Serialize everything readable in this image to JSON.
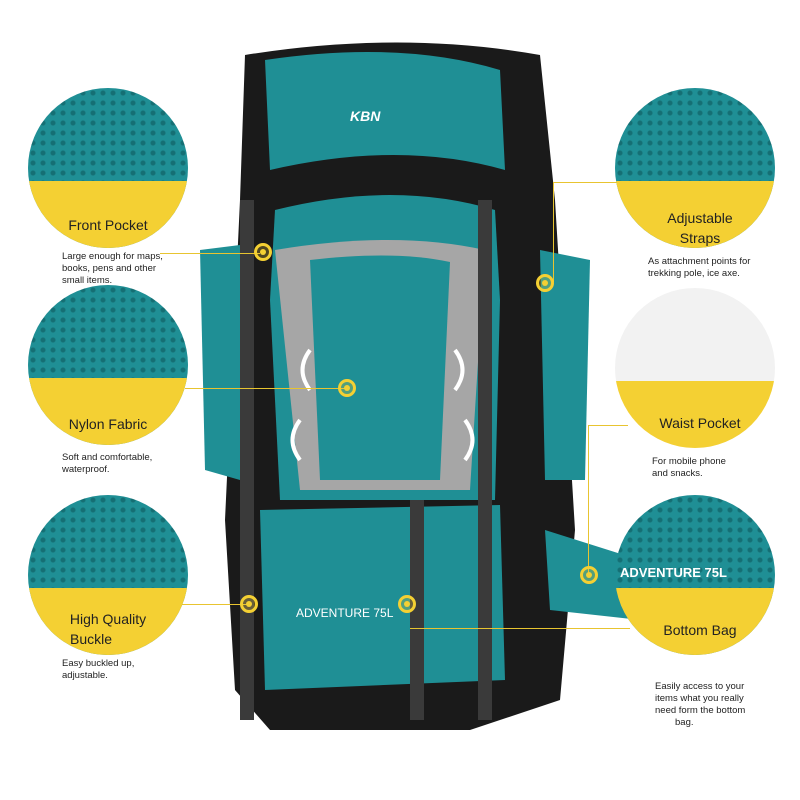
{
  "brand": "KBN",
  "bag_print": "ADVENTURE 75L",
  "features": [
    {
      "title": "Front Pocket",
      "desc": [
        "Large enough for maps,",
        "books, pens and other",
        "small items."
      ]
    },
    {
      "title": "Nylon Fabric",
      "desc": [
        "Soft and comfortable,",
        "waterproof."
      ]
    },
    {
      "title": [
        "High Quality",
        "Buckle"
      ],
      "desc": [
        "Easy buckled up,",
        "adjustable."
      ]
    },
    {
      "title": [
        "Adjustable",
        "Straps"
      ],
      "desc": [
        "As attachment points for",
        "trekking pole, ice axe."
      ]
    },
    {
      "title": "Waist Pocket",
      "desc": [
        "For mobile phone",
        "and snacks."
      ]
    },
    {
      "title": "Bottom Bag",
      "inset_label": "ADVENTURE 75L",
      "desc": [
        "Easily access to your",
        "items what you really",
        "need form the bottom",
        "bag."
      ]
    }
  ],
  "colors": {
    "accent": "#f4d033",
    "teal": "#1f8f95",
    "black": "#1a1a1a",
    "gray": "#a6a6a6"
  }
}
